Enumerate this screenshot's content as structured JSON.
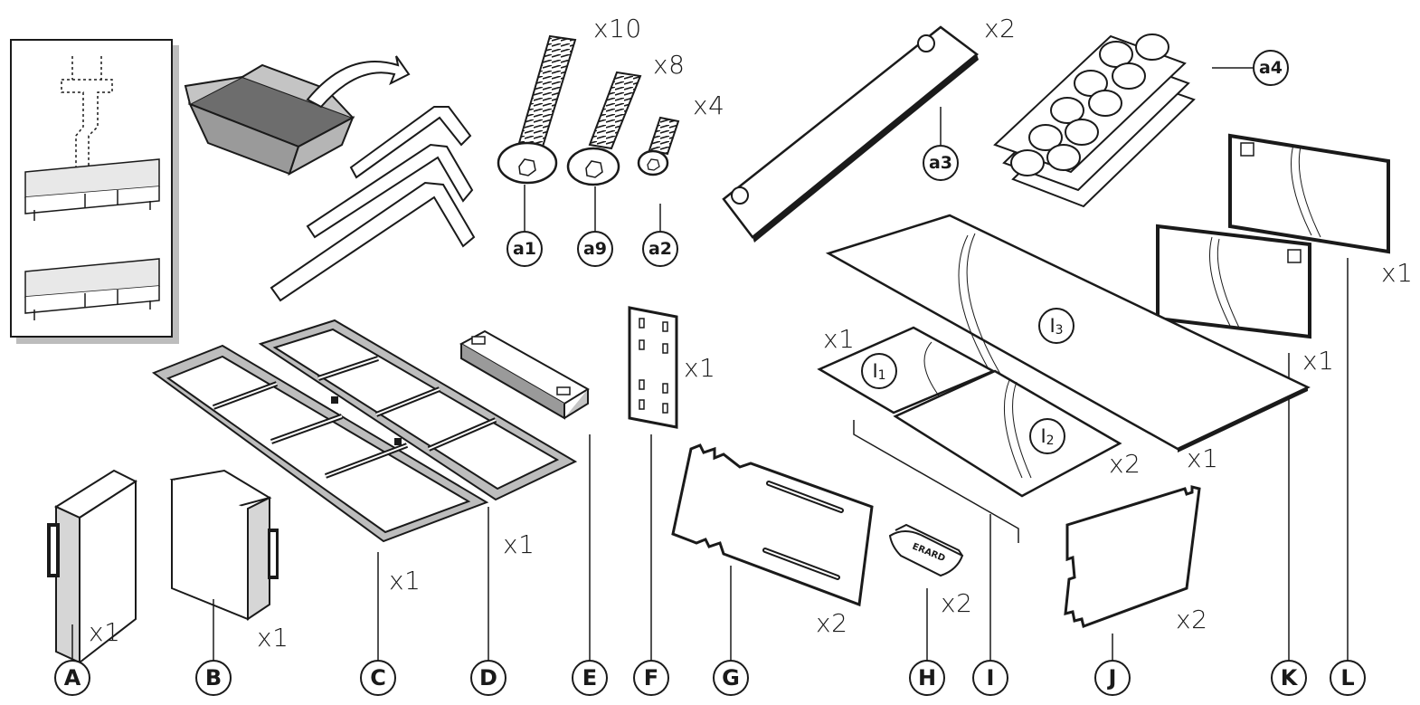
{
  "parts": {
    "A": {
      "label": "A",
      "qty": "x1"
    },
    "B": {
      "label": "B",
      "qty": "x1"
    },
    "C": {
      "label": "C",
      "qty": "x1"
    },
    "D": {
      "label": "D",
      "qty": "x1"
    },
    "E": {
      "label": "E"
    },
    "F": {
      "label": "F",
      "qty": "x1"
    },
    "G": {
      "label": "G",
      "qty": "x2"
    },
    "H": {
      "label": "H",
      "qty": "x2",
      "brand": "ERARD"
    },
    "I": {
      "label": "I"
    },
    "J": {
      "label": "J",
      "qty": "x2"
    },
    "K": {
      "label": "K",
      "qty": "x1"
    },
    "L": {
      "label": "L",
      "qty": "x1"
    }
  },
  "hardware": {
    "a1": {
      "label": "a1",
      "qty": "x10"
    },
    "a9": {
      "label": "a9",
      "qty": "x8"
    },
    "a2": {
      "label": "a2",
      "qty": "x4"
    },
    "a3": {
      "label": "a3",
      "qty": "x2"
    },
    "a4": {
      "label": "a4"
    }
  },
  "glass": {
    "I1": {
      "base": "I",
      "sub": "1",
      "qty": "x1"
    },
    "I2": {
      "base": "I",
      "sub": "2",
      "qty": "x2"
    },
    "I3": {
      "base": "I",
      "sub": "3",
      "qty": "x1"
    }
  },
  "colors": {
    "line": "#1a1a1a",
    "frame_shadow": "#bdbdbd",
    "box": "#9a9a9a"
  }
}
